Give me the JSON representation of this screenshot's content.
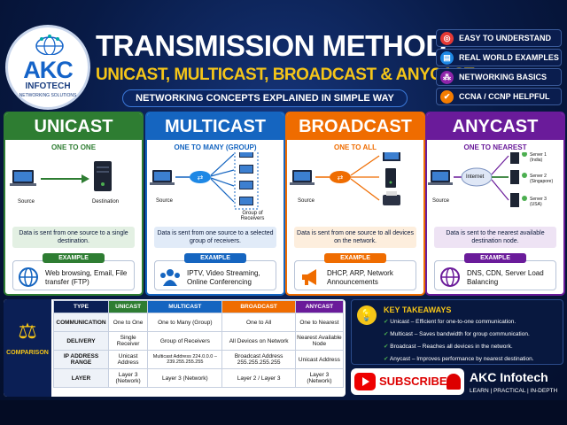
{
  "header": {
    "title": "TRANSMISSION METHOD",
    "subtitle": "UNICAST, MULTICAST, BROADCAST & ANYCAST",
    "banner": "NETWORKING CONCEPTS EXPLAINED IN SIMPLE WAY"
  },
  "logo": {
    "brand": "AKC",
    "line2": "INFOTECH",
    "tagline": "NETWORKING SOLUTIONS"
  },
  "features": [
    {
      "label": "EASY TO UNDERSTAND",
      "icon": "target-icon",
      "color": "#e53935"
    },
    {
      "label": "REAL WORLD EXAMPLES",
      "icon": "book-icon",
      "color": "#1e88e5"
    },
    {
      "label": "NETWORKING BASICS",
      "icon": "network-icon",
      "color": "#8e24aa"
    },
    {
      "label": "CCNA / CCNP HELPFUL",
      "icon": "check-icon",
      "color": "#f57c00"
    }
  ],
  "panels": {
    "unicast": {
      "title": "UNICAST",
      "sub": "ONE TO ONE",
      "color": "#2e7d32",
      "src": "Source",
      "dst": "Destination",
      "desc": "Data is sent from one source to a single destination.",
      "ex_label": "EXAMPLE",
      "ex": "Web browsing, Email, File transfer (FTP)"
    },
    "multicast": {
      "title": "MULTICAST",
      "sub": "ONE TO MANY (GROUP)",
      "color": "#1565c0",
      "src": "Source",
      "group": "Group of Receivers",
      "desc": "Data is sent from one source to a selected group of receivers.",
      "ex_label": "EXAMPLE",
      "ex": "IPTV, Video Streaming, Online Conferencing"
    },
    "broadcast": {
      "title": "BROADCAST",
      "sub": "ONE TO ALL",
      "color": "#ef6c00",
      "src": "Source",
      "desc": "Data is sent from one source to all devices on the network.",
      "ex_label": "EXAMPLE",
      "ex": "DHCP, ARP, Network Announcements"
    },
    "anycast": {
      "title": "ANYCAST",
      "sub": "ONE TO NEAREST",
      "color": "#6a1b9a",
      "src": "Source",
      "cloud": "Internet",
      "s1": "Server 1",
      "s1b": "(India)",
      "s2": "Server 2",
      "s2b": "(Singapore)",
      "s3": "Server 3",
      "s3b": "(USA)",
      "desc": "Data is sent to the nearest available destination node.",
      "ex_label": "EXAMPLE",
      "ex": "DNS, CDN, Server Load Balancing"
    }
  },
  "comparison": {
    "label": "COMPARISON",
    "headers": [
      "TYPE",
      "UNICAST",
      "MULTICAST",
      "BROADCAST",
      "ANYCAST"
    ],
    "rows": [
      [
        "COMMUNICATION",
        "One to One",
        "One to Many (Group)",
        "One to All",
        "One to Nearest"
      ],
      [
        "DELIVERY",
        "Single Receiver",
        "Group of Receivers",
        "All Devices on Network",
        "Nearest Available Node"
      ],
      [
        "IP ADDRESS RANGE",
        "Unicast Address",
        "Multicast Address 224.0.0.0 – 239.255.255.255",
        "Broadcast Address 255.255.255.255",
        "Unicast Address"
      ],
      [
        "LAYER",
        "Layer 3 (Network)",
        "Layer 3 (Network)",
        "Layer 2 / Layer 3",
        "Layer 3 (Network)"
      ]
    ]
  },
  "takeaways": {
    "title": "KEY TAKEAWAYS",
    "items": [
      "Unicast – Efficient for one-to-one communication.",
      "Multicast – Saves bandwidth for group communication.",
      "Broadcast – Reaches all devices in the network.",
      "Anycast – Improves performance by nearest destination."
    ]
  },
  "subscribe": {
    "label": "SUBSCRIBE"
  },
  "brand_footer": {
    "name": "AKC Infotech",
    "tag": "LEARN | PRACTICAL | IN-DEPTH"
  }
}
